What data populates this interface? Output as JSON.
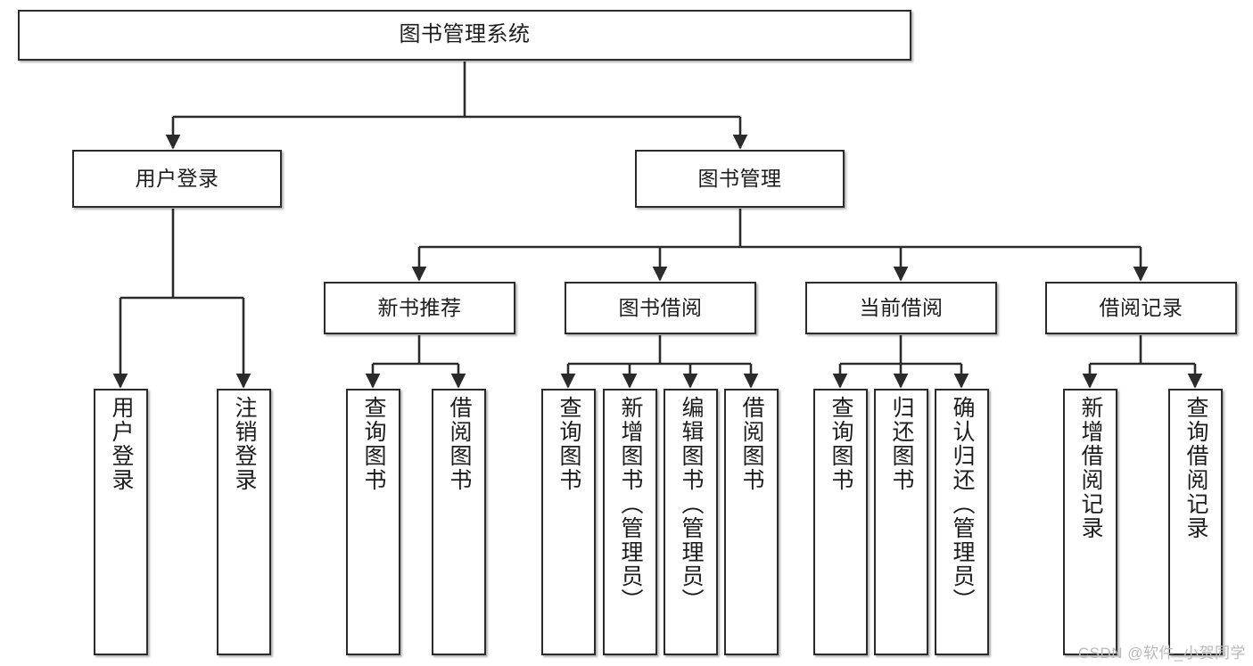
{
  "diagram": {
    "title": "图书管理系统",
    "type": "tree",
    "watermark": "CSDN @软件_小贺同学",
    "colors": {
      "stroke": "#2b2b2b",
      "fill": "#ffffff",
      "text": "#1d1d1d",
      "watermark": "#b9b9b9"
    },
    "levels": {
      "root": {
        "label": "图书管理系统"
      },
      "level2": [
        {
          "label": "用户登录"
        },
        {
          "label": "图书管理"
        }
      ],
      "level3": [
        {
          "label": "新书推荐"
        },
        {
          "label": "图书借阅"
        },
        {
          "label": "当前借阅"
        },
        {
          "label": "借阅记录"
        }
      ],
      "leaves": [
        {
          "label": "用户登录",
          "parent": "用户登录"
        },
        {
          "label": "注销登录",
          "parent": "用户登录"
        },
        {
          "label": "查询图书",
          "parent": "新书推荐"
        },
        {
          "label": "借阅图书",
          "parent": "新书推荐"
        },
        {
          "label": "查询图书",
          "parent": "图书借阅"
        },
        {
          "label": "新增图书（管理员）",
          "parent": "图书借阅"
        },
        {
          "label": "编辑图书（管理员）",
          "parent": "图书借阅"
        },
        {
          "label": "借阅图书",
          "parent": "图书借阅"
        },
        {
          "label": "查询图书",
          "parent": "当前借阅"
        },
        {
          "label": "归还图书",
          "parent": "当前借阅"
        },
        {
          "label": "确认归还（管理员）",
          "parent": "当前借阅"
        },
        {
          "label": "新增借阅记录",
          "parent": "借阅记录"
        },
        {
          "label": "查询借阅记录",
          "parent": "借阅记录"
        }
      ]
    }
  }
}
